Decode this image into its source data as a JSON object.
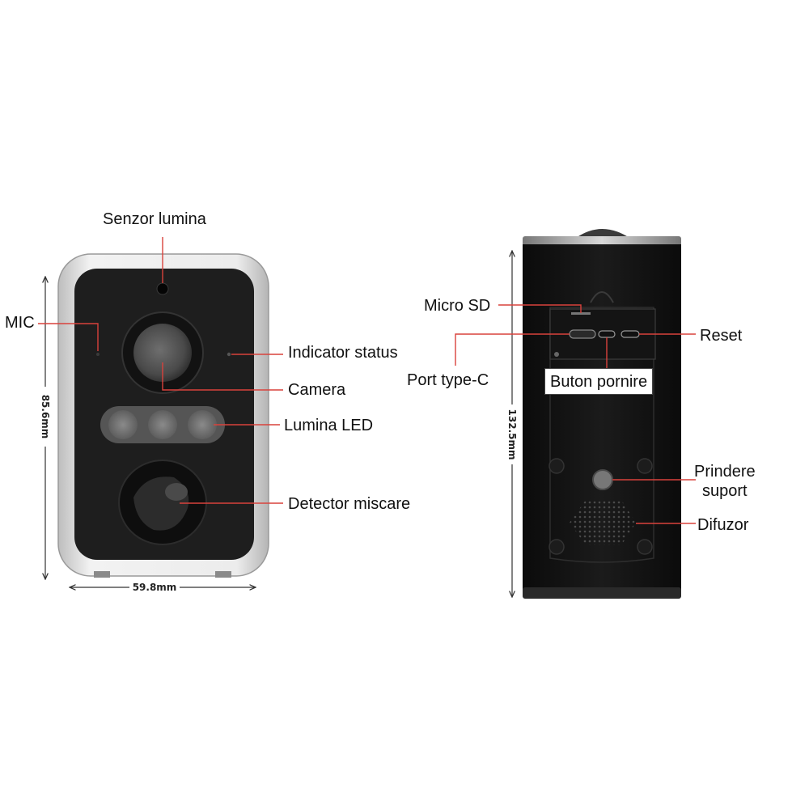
{
  "front_view": {
    "labels": {
      "light_sensor": "Senzor lumina",
      "mic": "MIC",
      "status_indicator": "Indicator status",
      "camera": "Camera",
      "led_light": "Lumina LED",
      "motion_detector": "Detector miscare"
    },
    "dimensions": {
      "height": "85.6mm",
      "width": "59.8mm"
    }
  },
  "back_view": {
    "labels": {
      "micro_sd": "Micro SD",
      "reset": "Reset",
      "port_type_c": "Port type-C",
      "power_button": "Buton pornire",
      "mount_line1": "Prindere",
      "mount_line2": "suport",
      "speaker": "Difuzor"
    },
    "dimensions": {
      "height": "132.5mm"
    }
  },
  "colors": {
    "leader_line": "#d9423c",
    "camera_body": "#1f1f1f",
    "frame": "#d8d8d8",
    "background": "#ffffff"
  }
}
